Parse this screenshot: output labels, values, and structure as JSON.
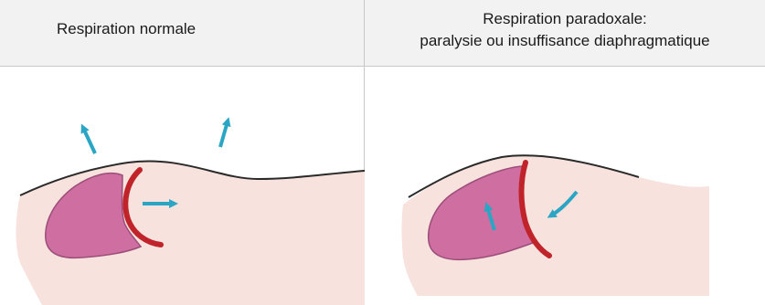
{
  "panels": [
    {
      "title": "Respiration normale",
      "subtitle": ""
    },
    {
      "title": "Respiration paradoxale:",
      "subtitle": "paralysie ou insuffisance diaphragmatique"
    }
  ],
  "colors": {
    "body_fill": "#f7e2dd",
    "lung_fill": "#cf6ea0",
    "diaphragm": "#c0242a",
    "arrow": "#2aa6c4",
    "header_bg": "#f2f2f2"
  }
}
